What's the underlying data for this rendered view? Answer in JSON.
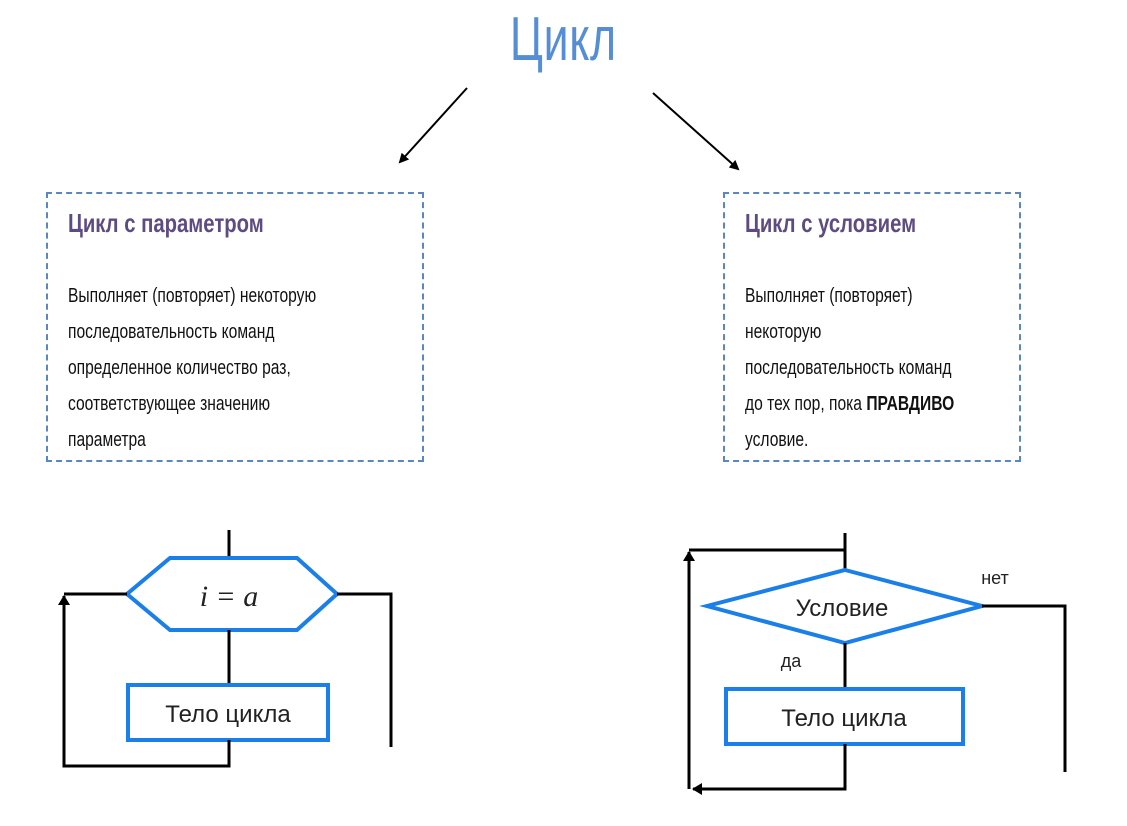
{
  "title": "Цикл",
  "colors": {
    "title": "#558ed5",
    "box_border": "#5b87c0",
    "box_heading": "#5e4b82",
    "shape_stroke": "#1a7fe8",
    "line": "#000000"
  },
  "left_card": {
    "heading": "Цикл с параметром",
    "lines": [
      "Выполняет (повторяет) некоторую",
      "последовательность команд",
      "определенное количество раз,",
      "соответствующее значению",
      "параметра"
    ]
  },
  "right_card": {
    "heading": "Цикл с условием",
    "lines": [
      "Выполняет (повторяет)",
      "некоторую",
      "последовательность команд"
    ],
    "line4_prefix": "до тех пор, пока ",
    "line4_bold": "ПРАВДИВО",
    "line5": "условие."
  },
  "left_flowchart": {
    "hexagon_label": "i = a",
    "body_label": "Тело цикла"
  },
  "right_flowchart": {
    "diamond_label": "Условие",
    "yes_label": "да",
    "no_label": "нет",
    "body_label": "Тело цикла"
  }
}
